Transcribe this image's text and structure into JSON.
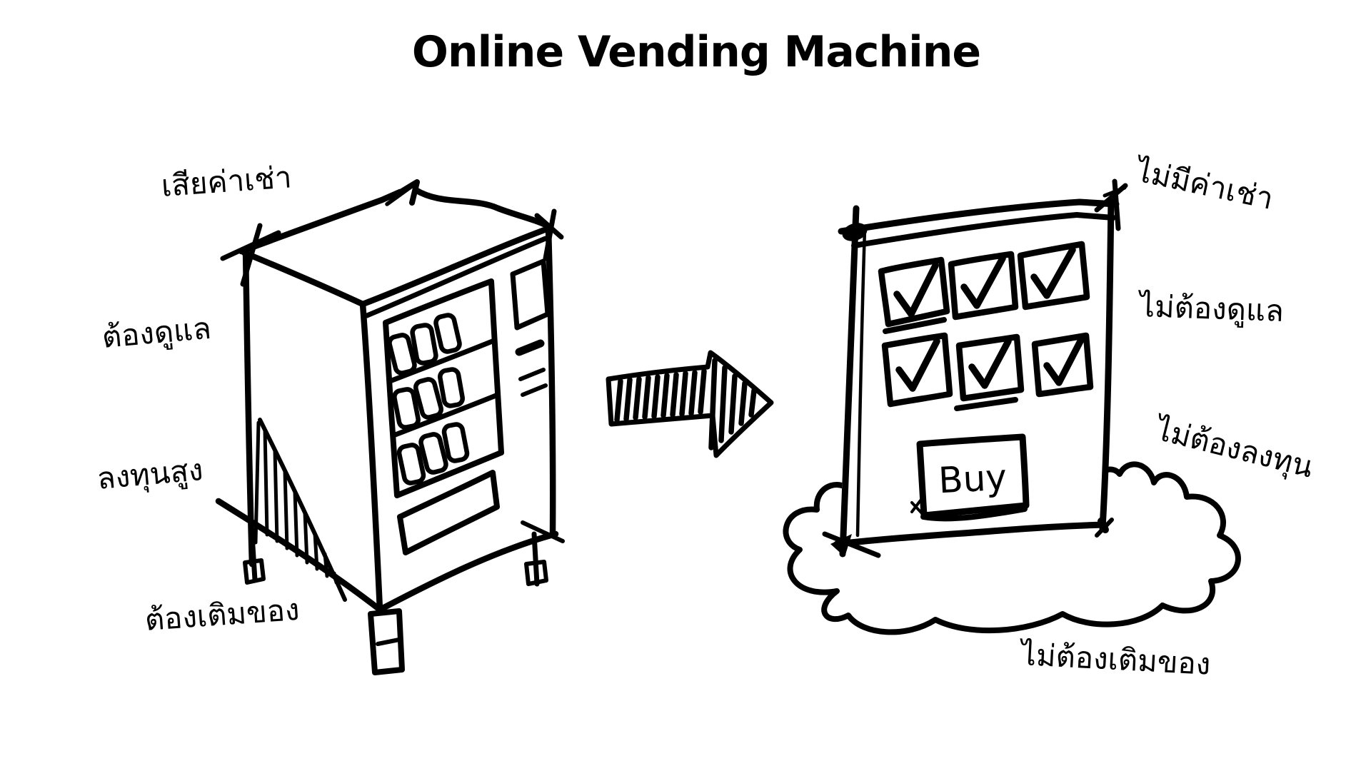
{
  "title": "Online Vending Machine",
  "colors": {
    "ink": "#000000",
    "background": "#ffffff"
  },
  "physical_machine": {
    "labels": {
      "rent": "เสียค่าเช่า",
      "maintenance": "ต้องดูแล",
      "investment": "ลงทุนสูง",
      "restock": "ต้องเติมของ"
    }
  },
  "online_store": {
    "labels": {
      "no_rent": "ไม่มีค่าเช่า",
      "no_maintenance": "ไม่ต้องดูแล",
      "no_investment": "ไม่ต้องลงทุน",
      "no_restock": "ไม่ต้องเติมของ"
    },
    "buy_button_label": "Buy",
    "checkboxes": {
      "count": 6,
      "state": "checked"
    }
  },
  "icons": {
    "vending_machine": "vending-machine-sketch",
    "arrow": "striped-right-arrow-sketch",
    "checklist_screen": "checklist-screen-sketch",
    "cloud": "cloud-sketch"
  }
}
